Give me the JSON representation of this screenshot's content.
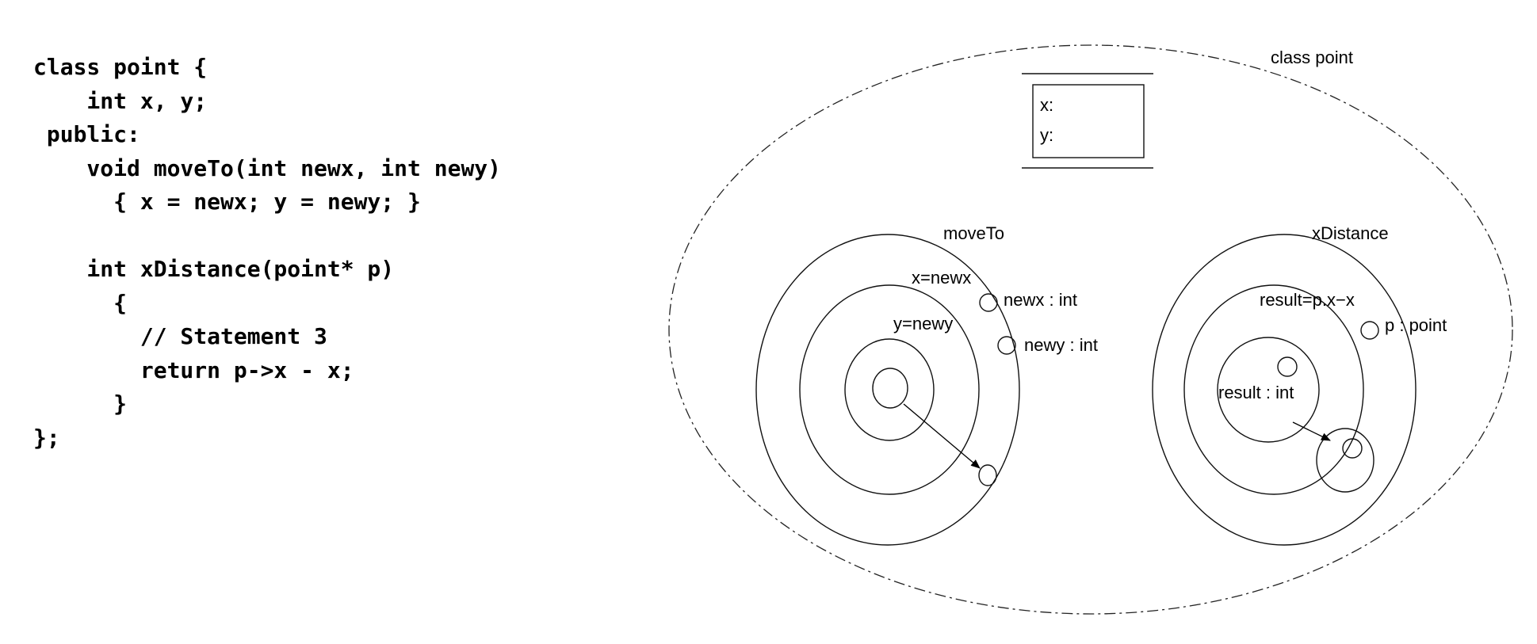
{
  "code": {
    "lines": [
      "class point {",
      "    int x, y;",
      " public:",
      "    void moveTo(int newx, int newy)",
      "      { x = newx; y = newy; }",
      "",
      "    int xDistance(point* p)",
      "      {",
      "        // Statement 3",
      "        return p->x - x;",
      "      }",
      "};"
    ]
  },
  "diagram": {
    "class_label": "class point",
    "fields": {
      "x_label": "x:",
      "y_label": "y:"
    },
    "move_to": {
      "scope_label": "moveTo",
      "assign_x": "x=newx",
      "assign_y": "y=newy",
      "param_newx": "newx : int",
      "param_newy": "newy : int"
    },
    "x_distance": {
      "scope_label": "xDistance",
      "assign_result": "result=p.x−x",
      "param_p": "p : point",
      "local_result": "result : int"
    }
  }
}
